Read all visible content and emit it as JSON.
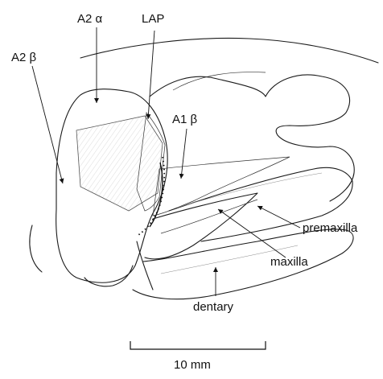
{
  "labels": {
    "a2_alpha": "A2 α",
    "lap": "LAP",
    "a2_beta": "A2 β",
    "a1_beta": "A1 β",
    "premaxilla": "premaxilla",
    "maxilla": "maxilla",
    "dentary": "dentary",
    "scale_bar": "10 mm"
  }
}
